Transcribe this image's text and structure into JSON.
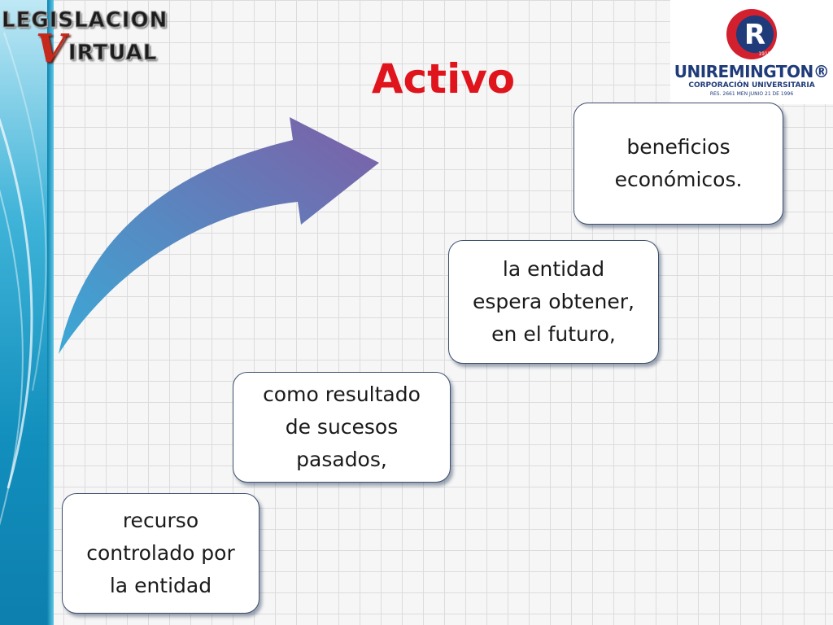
{
  "title": "Activo",
  "logo_left": {
    "line1": "LEGISLACION",
    "initial": "V",
    "line2": "IRTUAL"
  },
  "logo_right": {
    "emblem_letter": "R",
    "emblem_year": "1915",
    "brand": "UNIREMINGTON®",
    "subtitle": "CORPORACIÓN UNIVERSITARIA",
    "resolution": "RES. 2661 MEN JUNIO 21 DE 1996"
  },
  "steps": [
    {
      "text": "recurso\ncontrolado por\nla entidad"
    },
    {
      "text": "como resultado\nde sucesos\npasados,"
    },
    {
      "text": "la entidad\nespera obtener,\nen el futuro,"
    },
    {
      "text": "beneficios\neconómicos."
    }
  ],
  "colors": {
    "title": "#e0141c",
    "arrow_start": "#3aa9d6",
    "arrow_end": "#7e5ea6",
    "box_border": "#3d4f6e",
    "brand_blue": "#1f3b7a",
    "brand_red": "#d2202f"
  }
}
